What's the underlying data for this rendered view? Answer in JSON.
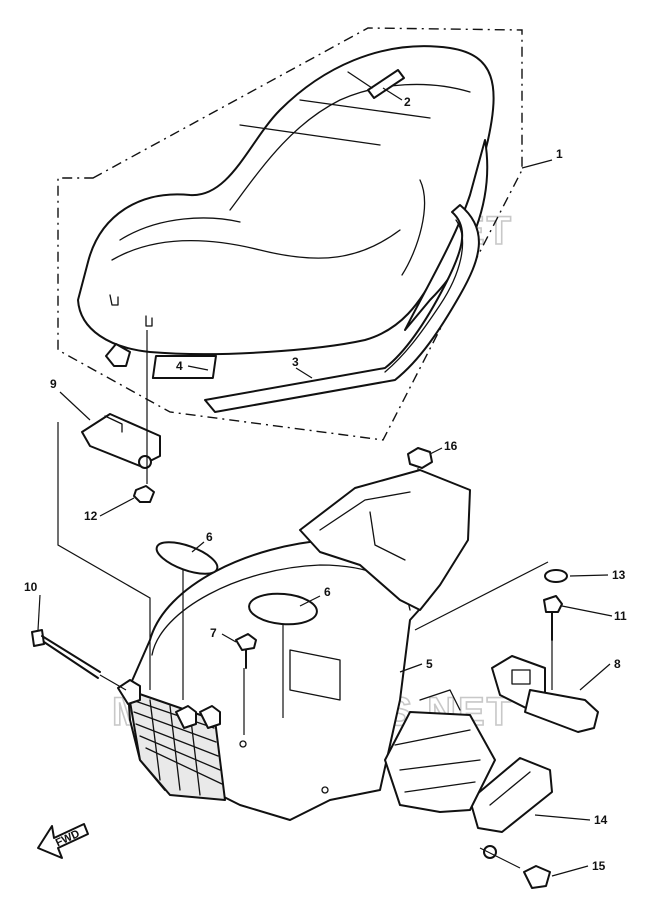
{
  "watermark": "MICROFICHES.NET",
  "fwd_label": "FWD",
  "callouts": [
    "1",
    "2",
    "3",
    "4",
    "5",
    "6",
    "6",
    "7",
    "8",
    "9",
    "10",
    "11",
    "12",
    "13",
    "14",
    "15",
    "16"
  ],
  "colors": {
    "line": "#111111",
    "watermark": "#c8c8c8",
    "background": "#ffffff"
  }
}
